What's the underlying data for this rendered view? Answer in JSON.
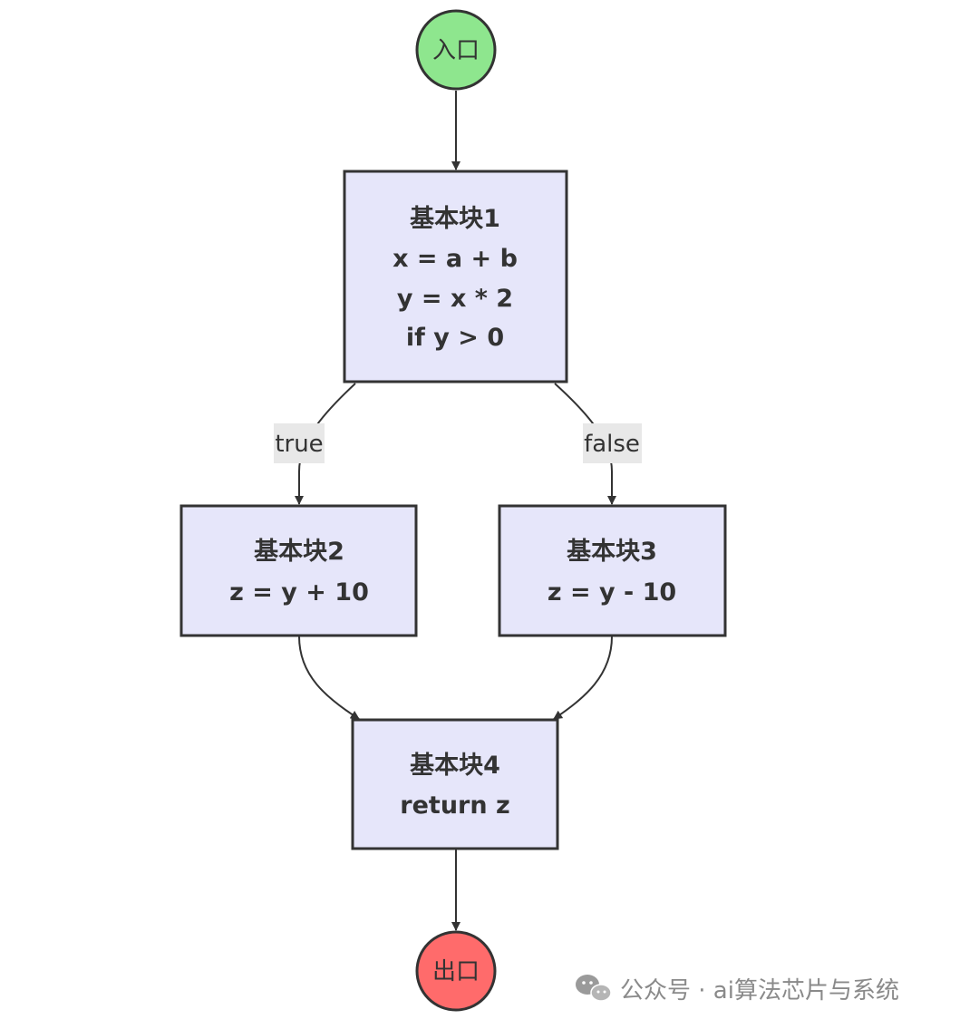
{
  "diagram": {
    "entry_label": "入口",
    "exit_label": "出口",
    "entry_color": "#8ee68e",
    "exit_color": "#ff6b6b",
    "block_fill": "#e6e6fa",
    "stroke_color": "#333333",
    "blocks": [
      {
        "lines": [
          "基本块1",
          "x = a + b",
          "y = x * 2",
          "if y > 0"
        ]
      },
      {
        "lines": [
          "基本块2",
          "z = y + 10"
        ]
      },
      {
        "lines": [
          "基本块3",
          "z = y - 10"
        ]
      },
      {
        "lines": [
          "基本块4",
          "return z"
        ]
      }
    ],
    "edge_labels": {
      "true_label": "true",
      "false_label": "false"
    }
  },
  "watermark": {
    "text": "公众号 · ai算法芯片与系统",
    "icon": "wechat-icon"
  }
}
